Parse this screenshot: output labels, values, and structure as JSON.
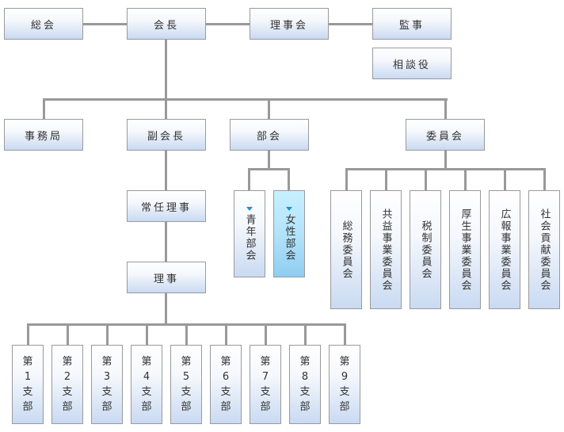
{
  "top_row": {
    "general_meeting": "総会",
    "president": "会長",
    "board": "理事会",
    "auditor": "監事",
    "advisor": "相談役"
  },
  "second_row": {
    "secretariat": "事務局",
    "vice_president": "副会長",
    "divisions": "部会",
    "committees": "委員会"
  },
  "chain": {
    "executive_director": "常任理事",
    "director": "理事"
  },
  "division_items": [
    {
      "label": "青年部会",
      "expandable": true,
      "selected": false
    },
    {
      "label": "女性部会",
      "expandable": true,
      "selected": true
    }
  ],
  "committee_items": [
    {
      "label": "総務委員会"
    },
    {
      "label": "共益事業委員会"
    },
    {
      "label": "税制委員会"
    },
    {
      "label": "厚生事業委員会"
    },
    {
      "label": "広報事業委員会"
    },
    {
      "label": "社会貢献委員会"
    }
  ],
  "branch_items": [
    {
      "label": "第\n1\n支\n部"
    },
    {
      "label": "第\n2\n支\n部"
    },
    {
      "label": "第\n3\n支\n部"
    },
    {
      "label": "第\n4\n支\n部"
    },
    {
      "label": "第\n5\n支\n部"
    },
    {
      "label": "第\n6\n支\n部"
    },
    {
      "label": "第\n7\n支\n部"
    },
    {
      "label": "第\n8\n支\n部"
    },
    {
      "label": "第\n9\n支\n部"
    }
  ],
  "colors": {
    "connector": "#999999",
    "box_border": "#9a9a9a",
    "selected_fill": "#b3e3fb",
    "expand_arrow": "#1e90d6"
  }
}
